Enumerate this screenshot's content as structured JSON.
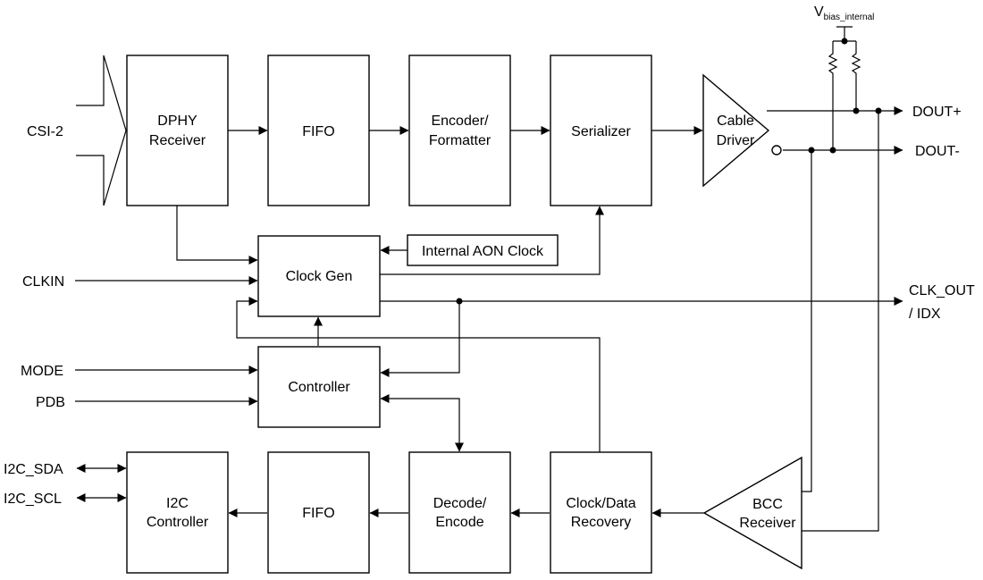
{
  "blocks": {
    "dphy": [
      "DPHY",
      "Receiver"
    ],
    "fifo_tx": [
      "FIFO"
    ],
    "encoder": [
      "Encoder/",
      "Formatter"
    ],
    "serializer": [
      "Serializer"
    ],
    "cable_driver": [
      "Cable",
      "Driver"
    ],
    "aon_clock": [
      "Internal AON Clock"
    ],
    "clock_gen": [
      "Clock Gen"
    ],
    "controller": [
      "Controller"
    ],
    "i2c_controller": [
      "I2C",
      "Controller"
    ],
    "fifo_rx": [
      "FIFO"
    ],
    "decode": [
      "Decode/",
      "Encode"
    ],
    "cdr": [
      "Clock/Data",
      "Recovery"
    ],
    "bcc": [
      "BCC",
      "Receiver"
    ]
  },
  "ports": {
    "csi2": "CSI-2",
    "clkin": "CLKIN",
    "mode": "MODE",
    "pdb": "PDB",
    "i2c_sda": "I2C_SDA",
    "i2c_scl": "I2C_SCL",
    "dout_plus": "DOUT+",
    "dout_minus": "DOUT-",
    "clk_out_line1": "CLK_OUT",
    "clk_out_line2": "/ IDX"
  },
  "vbias": {
    "main": "V",
    "subscript": "bias_internal"
  }
}
